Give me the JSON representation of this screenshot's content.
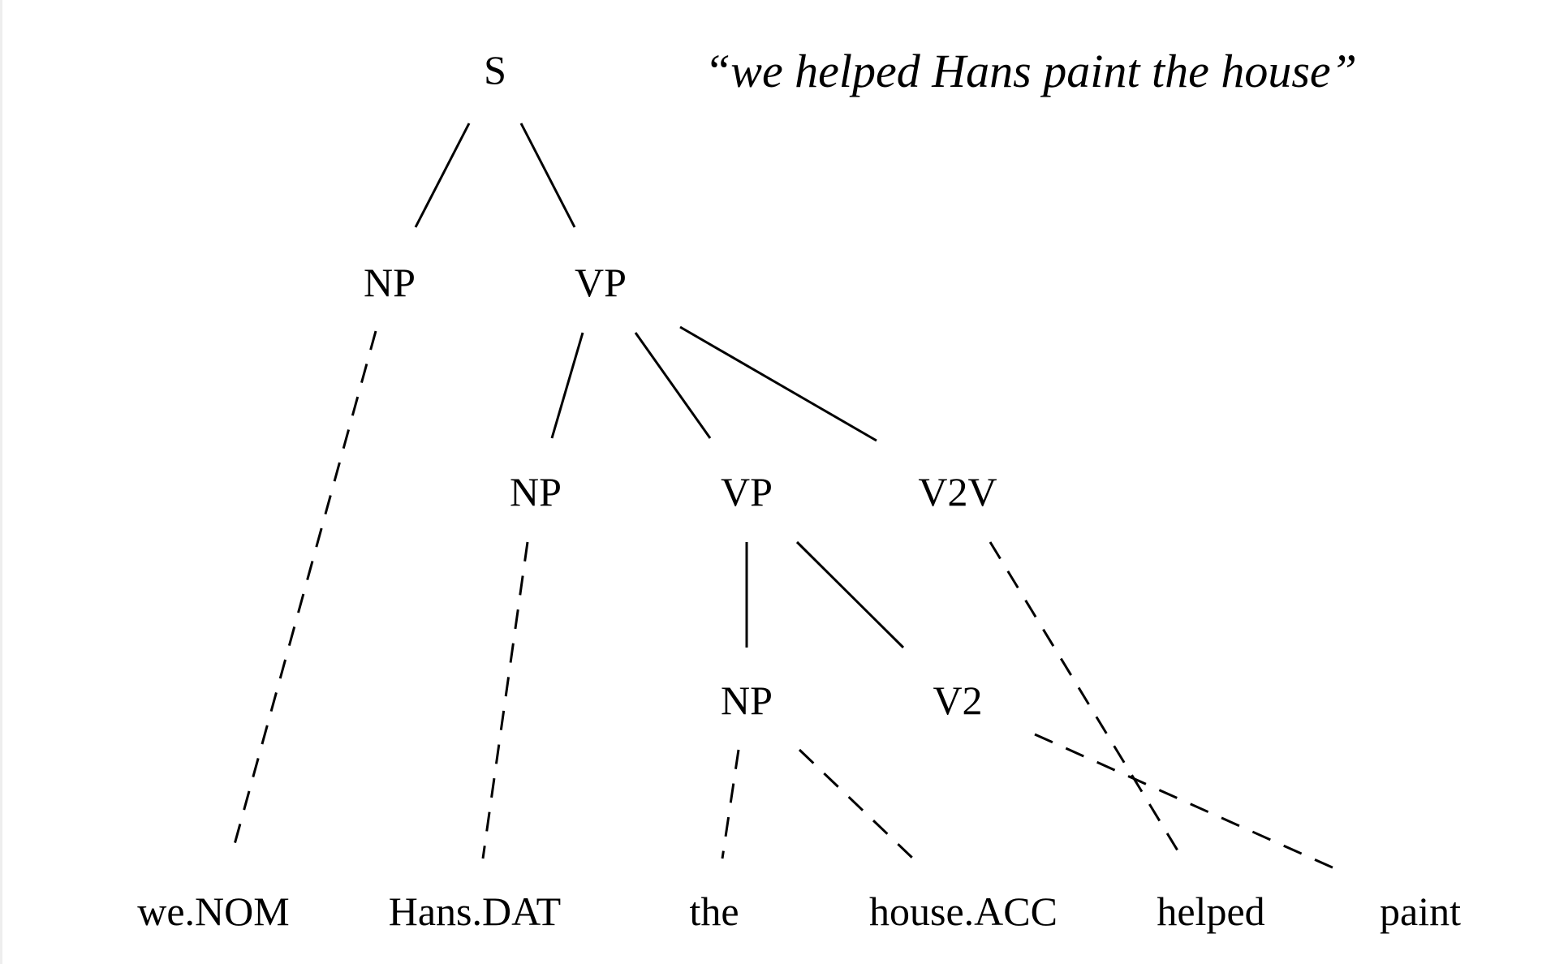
{
  "caption": "“we helped Hans paint the house”",
  "nodes": {
    "s": "S",
    "np_subject": "NP",
    "vp_main": "VP",
    "np_dative": "NP",
    "vp_inner": "VP",
    "v2v": "V2V",
    "np_object": "NP",
    "v2": "V2"
  },
  "leaves": {
    "we": "we.NOM",
    "hans": "Hans.DAT",
    "the": "the",
    "house": "house.ACC",
    "helped": "helped",
    "paint": "paint"
  }
}
